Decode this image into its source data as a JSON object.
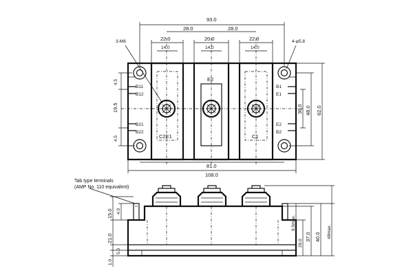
{
  "top_view": {
    "dims": {
      "overall_top": "93.0",
      "pitch_left": "28.0",
      "pitch_right": "28.0",
      "width_22_left": "22.0",
      "width_20_mid": "20.0",
      "width_22_right": "22.0",
      "width_14_left": "14.0",
      "width_14_mid": "14.0",
      "width_14_right": "14.0",
      "bottom_inner": "81.0",
      "bottom_overall": "108.0",
      "left_4_5_top": "4.5",
      "left_19_5": "19.5",
      "left_4_5_bottom": "4.5",
      "right_36": "36.0",
      "right_48": "48.0",
      "right_62": "62.0"
    },
    "labels": {
      "screw": "3-M8",
      "hole": "4-φ5.8",
      "b11": "B11",
      "b12": "B12",
      "b21": "B21",
      "b22": "B22",
      "b1": "B1",
      "e1": "E1",
      "e2_right": "E2",
      "b2": "B2",
      "c2e1": "C2E1",
      "e2_center": "E2",
      "c1": "C1"
    }
  },
  "side_view": {
    "note_line1": "Tab type terminals",
    "note_line2": "(AMP No. 110 equivalent)",
    "dims": {
      "left_15": "15.0",
      "left_4": "4.0",
      "left_21": "21.0",
      "left_5": "5.0",
      "left_1": "1.0",
      "right_9_5max": "9.5max.",
      "right_26": "26.0",
      "right_37": "37.0",
      "right_40": "40.0",
      "right_48max": "48max."
    }
  }
}
